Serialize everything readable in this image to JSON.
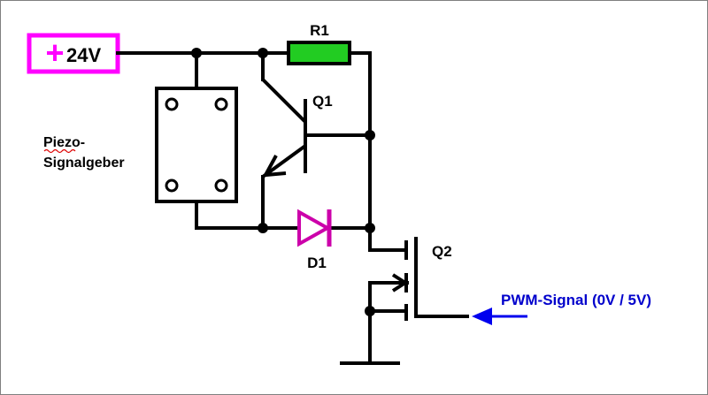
{
  "supply": {
    "sign": "+",
    "voltage": "24V"
  },
  "components": {
    "r1": "R1",
    "q1": "Q1",
    "q2": "Q2",
    "d1": "D1",
    "piezo_line1": "Piezo-",
    "piezo_line2": "Signalgeber"
  },
  "input": {
    "label": "PWM-Signal (0V / 5V)"
  },
  "colors": {
    "wire": "#000000",
    "supply": "#ff00ff",
    "diode": "#cc00aa",
    "resistor_fill": "#22cc22",
    "arrow": "#0000ee",
    "input_text": "#0000cc",
    "spellcheck_underline": "#dd0000"
  }
}
